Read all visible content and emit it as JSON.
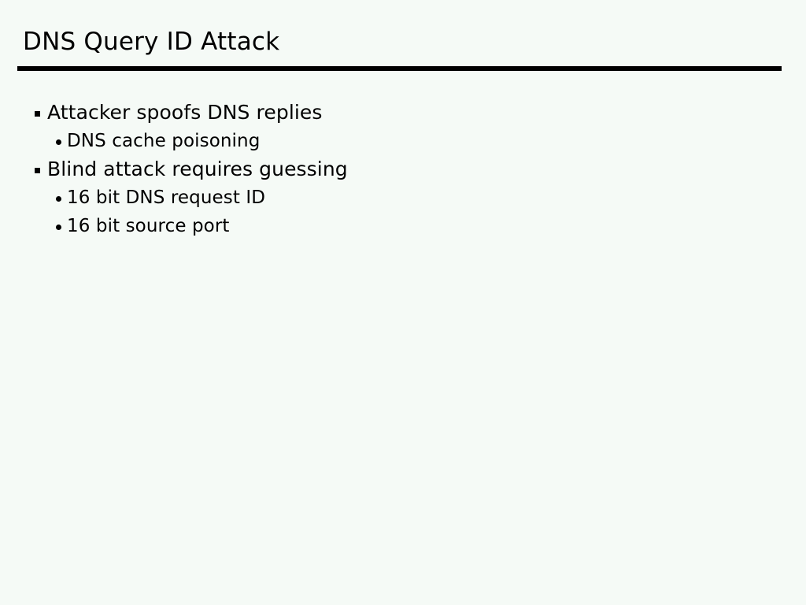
{
  "slide": {
    "title": "DNS Query ID Attack",
    "accent_color": "#000000",
    "background_color": "#f5faf6",
    "text_color": "#000000",
    "bullets": [
      {
        "level": 1,
        "marker": "square-bullet",
        "text": "Attacker spoofs DNS replies"
      },
      {
        "level": 2,
        "marker": "round-bullet",
        "text": "DNS cache poisoning"
      },
      {
        "level": 1,
        "marker": "square-bullet",
        "text": "Blind attack requires guessing"
      },
      {
        "level": 2,
        "marker": "round-bullet",
        "text": "16 bit DNS request ID"
      },
      {
        "level": 2,
        "marker": "round-bullet",
        "text": "16 bit source port"
      }
    ]
  }
}
